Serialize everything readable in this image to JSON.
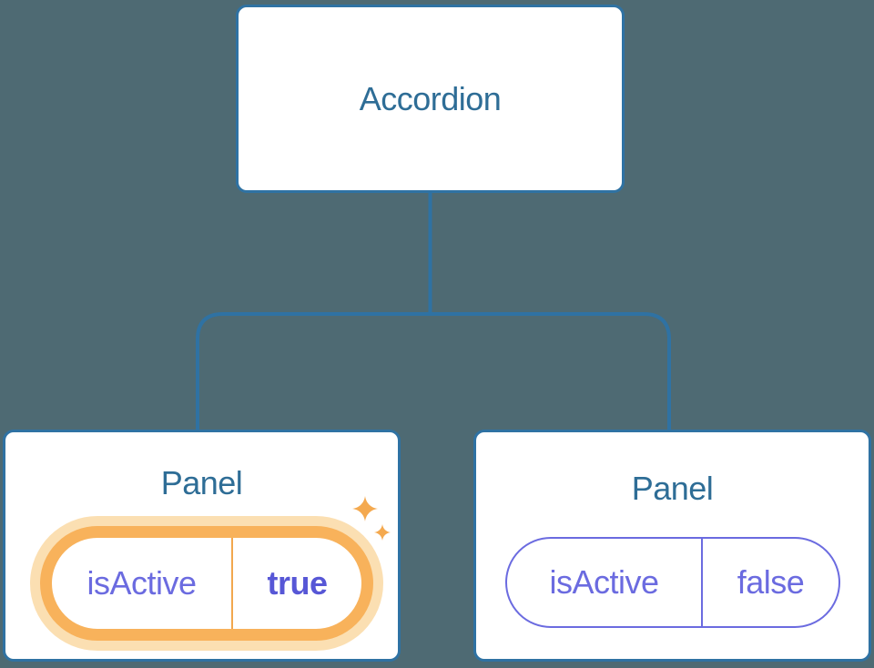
{
  "colors": {
    "bg": "#4E6A73",
    "line": "#2F72A3",
    "box-bg": "#FFFFFF",
    "blue-text": "#2E6D96",
    "purple": "#6B6BE0",
    "purple-bold": "#5757D6",
    "orange": "#F8B25B",
    "orange-halo": "#FBDFB2",
    "orange-divider": "#F2A74E",
    "sparkle": "#F4A94F"
  },
  "tree": {
    "root": {
      "label": "Accordion"
    },
    "panels": [
      {
        "title": "Panel",
        "highlighted": true,
        "state": {
          "name": "isActive",
          "value": "true"
        }
      },
      {
        "title": "Panel",
        "highlighted": false,
        "state": {
          "name": "isActive",
          "value": "false"
        }
      }
    ]
  }
}
